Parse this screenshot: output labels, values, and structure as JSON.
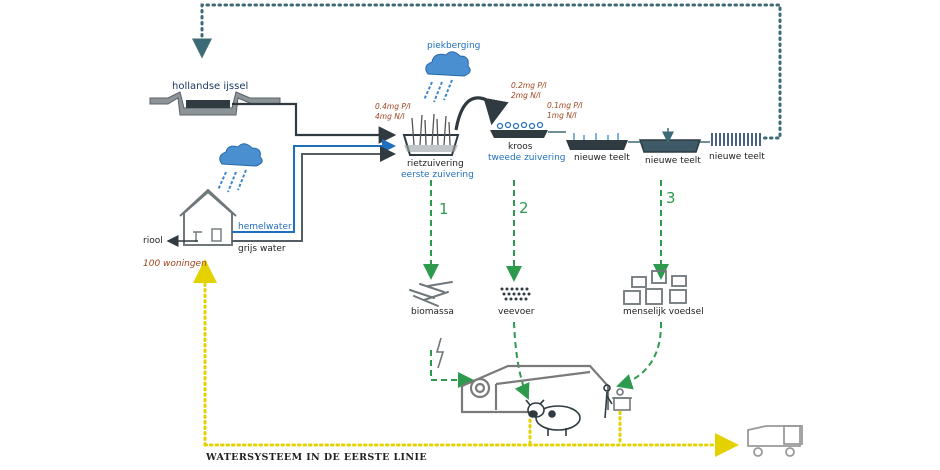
{
  "labels": {
    "piekberging": "piekberging",
    "hollandse_ijssel": "hollandse ijssel",
    "rietzuivering": "rietzuivering",
    "eerste_zuivering": "eerste zuivering",
    "kroos": "kroos",
    "tweede_zuivering": "tweede zuivering",
    "nieuwe_teelt_1": "nieuwe teelt",
    "nieuwe_teelt_2": "nieuwe teelt",
    "nieuwe_teelt_3": "nieuwe teelt",
    "hemelwater": "hemelwater",
    "grijs_water": "grijs water",
    "riool": "riool",
    "woningen": "100 woningen",
    "biomassa": "biomassa",
    "veevoer": "veevoer",
    "menselijk_voedsel": "menselijk voedsel",
    "title": "Watersysteem in de eerste linie"
  },
  "concentrations": {
    "c1_p": "0.4mg P/l",
    "c1_n": "4mg N/l",
    "c2_p": "0.2mg P/l",
    "c2_n": "2mg N/l",
    "c3_p": "0.1mg P/l",
    "c3_n": "1mg N/l"
  },
  "steps": [
    "1",
    "2",
    "3"
  ],
  "colors": {
    "dark_line": "#2f3b40",
    "blue_line": "#1f6fbf",
    "green_flow": "#2e9a4e",
    "teal_loop": "#3d6b75",
    "yellow_loop": "#e3d200",
    "cloud": "#3f86c9",
    "gray": "#7a7a7a"
  }
}
